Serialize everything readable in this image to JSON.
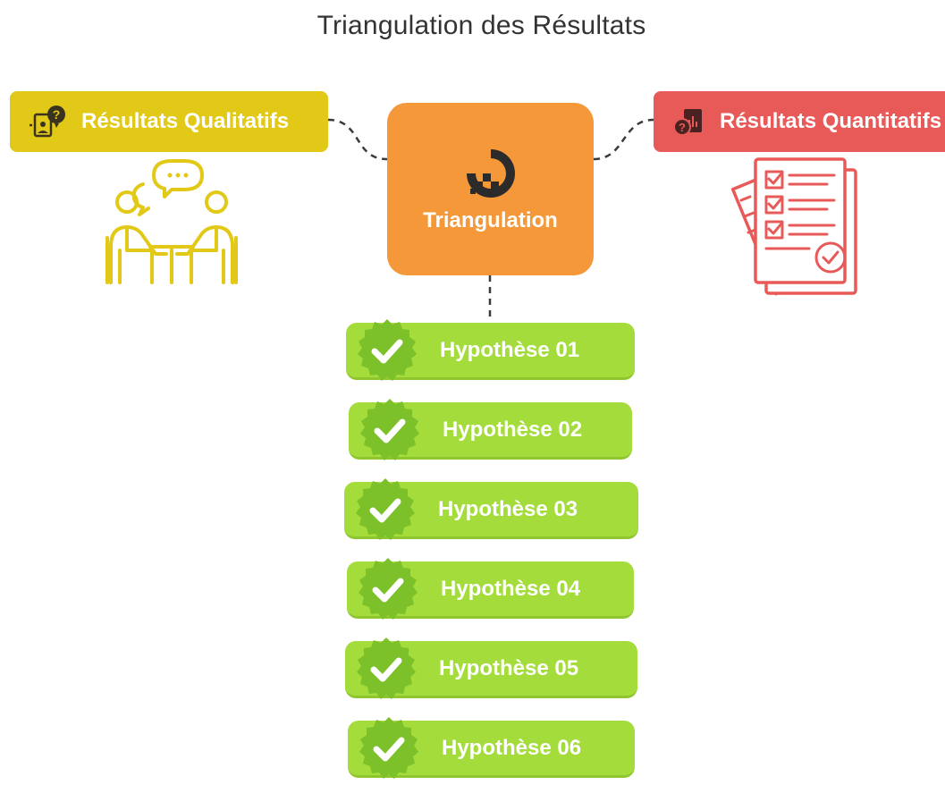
{
  "title": "Triangulation des Résultats",
  "center": {
    "label": "Triangulation",
    "icon": "digitalocean-logo-icon",
    "color": "#f4983a"
  },
  "qualitative": {
    "label": "Résultats Qualitatifs",
    "icon": "interview-question-icon",
    "illustration": "two-people-conversation-icon",
    "color": "#e3c917"
  },
  "quantitative": {
    "label": "Résultats Quantitatifs",
    "icon": "data-report-icon",
    "illustration": "checklist-documents-icon",
    "color": "#e85a58"
  },
  "hypotheses": [
    {
      "label": "Hypothèse 01",
      "icon": "check-badge-icon"
    },
    {
      "label": "Hypothèse 02",
      "icon": "check-badge-icon"
    },
    {
      "label": "Hypothèse 03",
      "icon": "check-badge-icon"
    },
    {
      "label": "Hypothèse 04",
      "icon": "check-badge-icon"
    },
    {
      "label": "Hypothèse 05",
      "icon": "check-badge-icon"
    },
    {
      "label": "Hypothèse 06",
      "icon": "check-badge-icon"
    }
  ],
  "colors": {
    "hypothesis": "#a3dc3b",
    "badge": "#7cc02a"
  }
}
